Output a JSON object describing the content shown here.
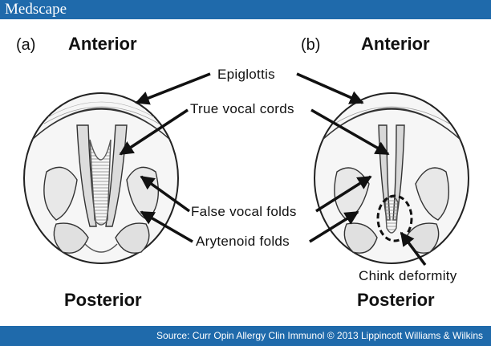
{
  "header": {
    "brand": "Medscape"
  },
  "footer": {
    "source": "Source: Curr Opin Allergy Clin Immunol © 2013 Lippincott Williams & Wilkins"
  },
  "figure": {
    "panel_a": {
      "tag": "(a)",
      "top": "Anterior",
      "bottom": "Posterior"
    },
    "panel_b": {
      "tag": "(b)",
      "top": "Anterior",
      "bottom": "Posterior"
    },
    "labels": {
      "epiglottis": "Epiglottis",
      "true_vocal_cords": "True vocal cords",
      "false_vocal_folds": "False vocal folds",
      "arytenoid_folds": "Arytenoid folds",
      "chink_deformity": "Chink deformity"
    }
  },
  "colors": {
    "bar": "#1f6aab",
    "line": "#222222",
    "text": "#111111"
  }
}
